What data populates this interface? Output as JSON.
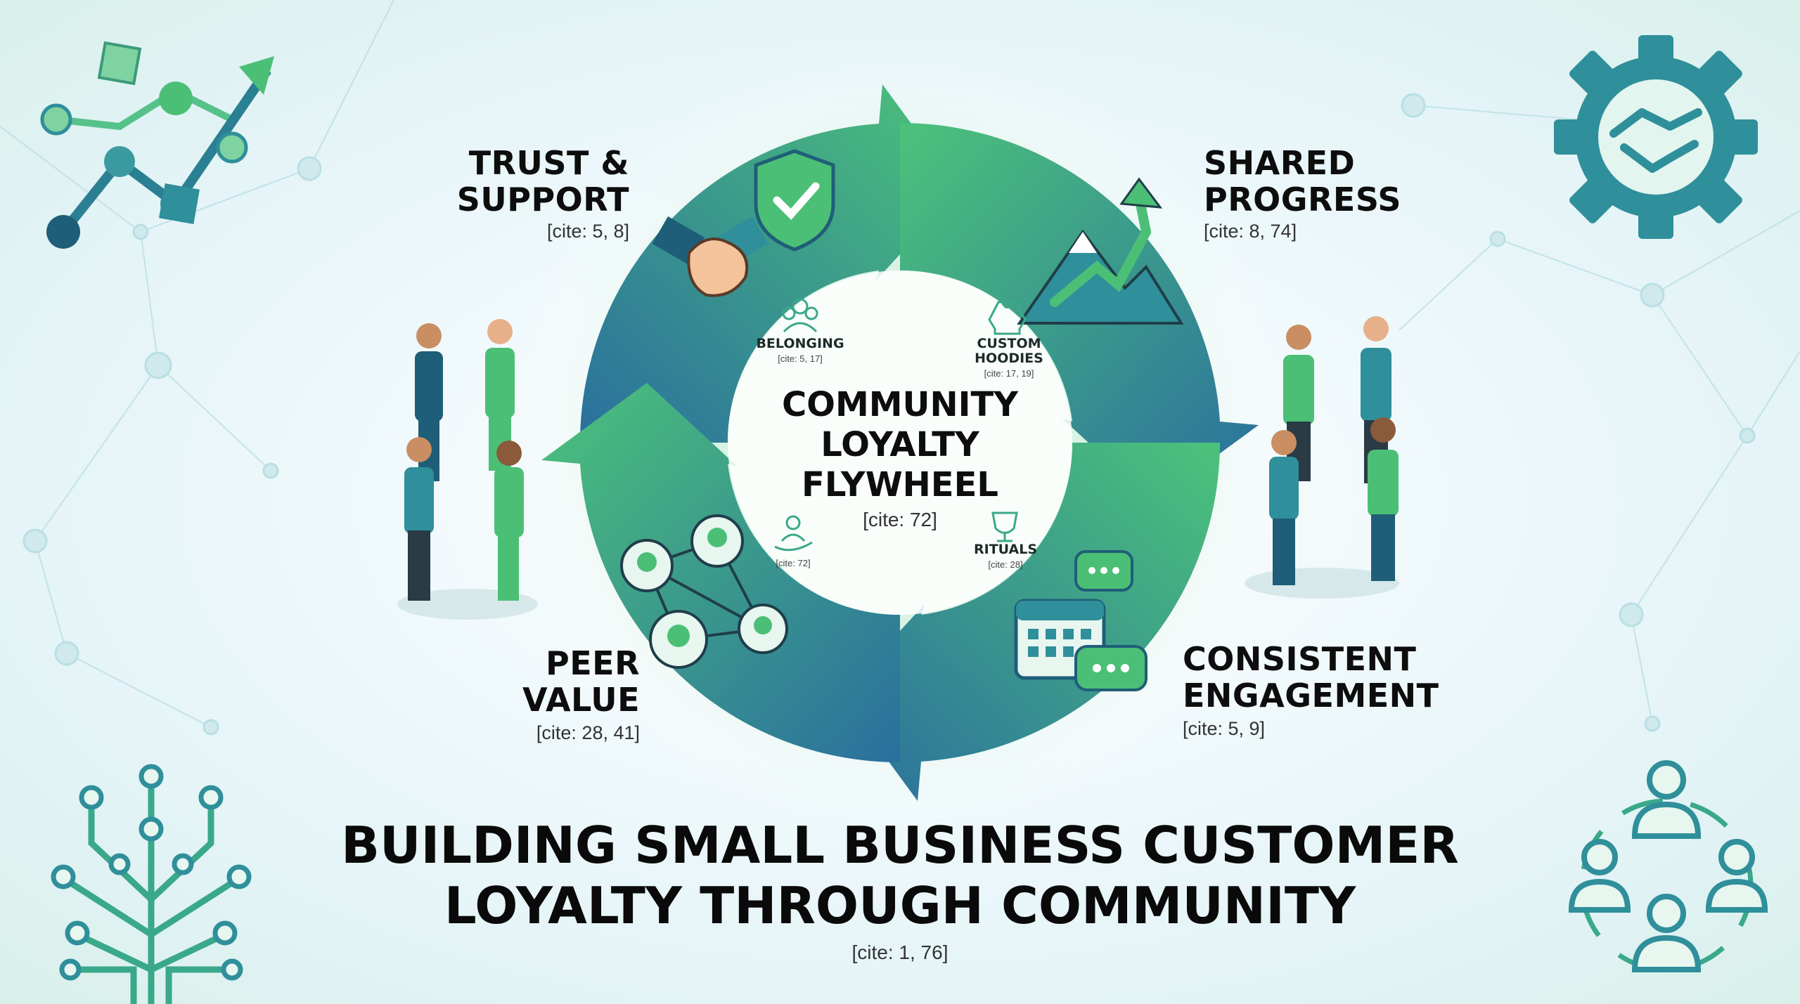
{
  "title": {
    "line1": "BUILDING SMALL BUSINESS CUSTOMER",
    "line2": "LOYALTY THROUGH COMMUNITY",
    "cite": "[cite: 1, 76]"
  },
  "hub": {
    "line1": "COMMUNITY",
    "line2": "LOYALTY",
    "line3": "FLYWHEEL",
    "cite": "[cite: 72]"
  },
  "segments": {
    "trust": {
      "line1": "TRUST &",
      "line2": "SUPPORT",
      "cite": "[cite: 5, 8]",
      "icons": [
        "handshake-icon",
        "shield-check-icon"
      ]
    },
    "progress": {
      "line1": "SHARED",
      "line2": "PROGRESS",
      "cite": "[cite: 8, 74]",
      "icons": [
        "mountain-arrow-icon"
      ]
    },
    "engagement": {
      "line1": "CONSISTENT",
      "line2": "ENGAGEMENT",
      "cite": "[cite: 5, 9]",
      "icons": [
        "calendar-icon",
        "chat-bubble-icon"
      ]
    },
    "peer": {
      "line1": "PEER",
      "line2": "VALUE",
      "cite": "[cite: 28, 41]",
      "icons": [
        "people-network-icon"
      ]
    }
  },
  "inner": {
    "belonging": {
      "label": "BELONGING",
      "cite": "[cite: 5, 17]",
      "icon": "group-icon"
    },
    "hoodies": {
      "line1": "CUSTOM",
      "line2": "HOODIES",
      "cite": "[cite: 17, 19]",
      "icon": "hoodie-icon"
    },
    "rituals": {
      "label": "RITUALS",
      "cite": "[cite: 28]",
      "icon": "trophy-icon"
    },
    "care": {
      "cite": "[cite: 72]",
      "icon": "helping-hand-icon"
    }
  },
  "corner_icons": [
    "growth-chart-icon",
    "gear-handshake-icon",
    "circuit-tree-icon",
    "people-circle-icon"
  ],
  "colors": {
    "green": "#4cc27a",
    "teal": "#2f8f9a",
    "blue": "#2a6f9e",
    "dark_teal": "#1f5e78"
  }
}
